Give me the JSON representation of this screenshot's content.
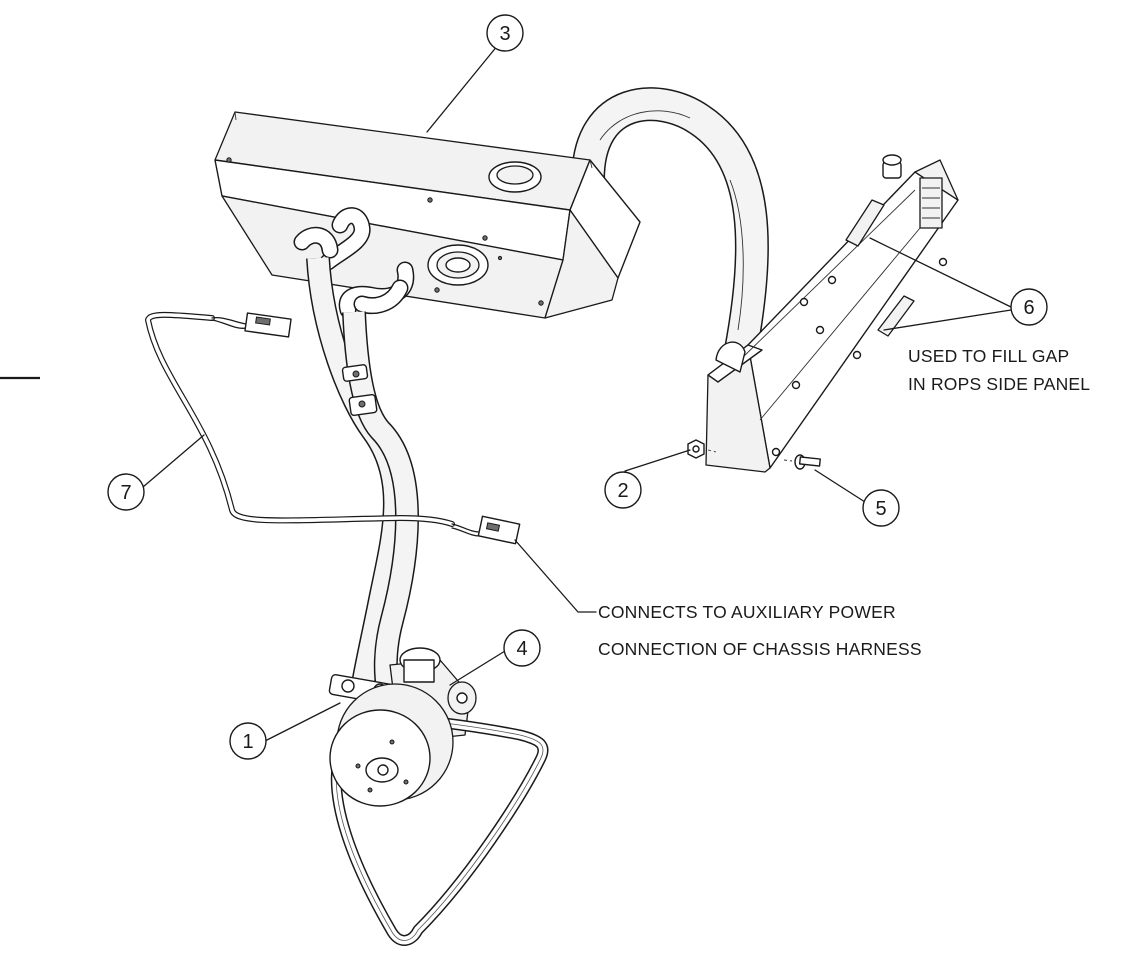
{
  "callouts": [
    {
      "id": "1",
      "label": "1"
    },
    {
      "id": "2",
      "label": "2"
    },
    {
      "id": "3",
      "label": "3"
    },
    {
      "id": "4",
      "label": "4"
    },
    {
      "id": "5",
      "label": "5"
    },
    {
      "id": "6",
      "label": "6"
    },
    {
      "id": "7",
      "label": "7"
    }
  ],
  "notes": {
    "rops_line1": "USED TO FILL GAP",
    "rops_line2": "IN ROPS SIDE PANEL",
    "aux_line1": "CONNECTS TO AUXILIARY POWER",
    "aux_line2": "CONNECTION OF CHASSIS HARNESS"
  },
  "colors": {
    "line": "#1a1a1a",
    "background": "#ffffff"
  }
}
